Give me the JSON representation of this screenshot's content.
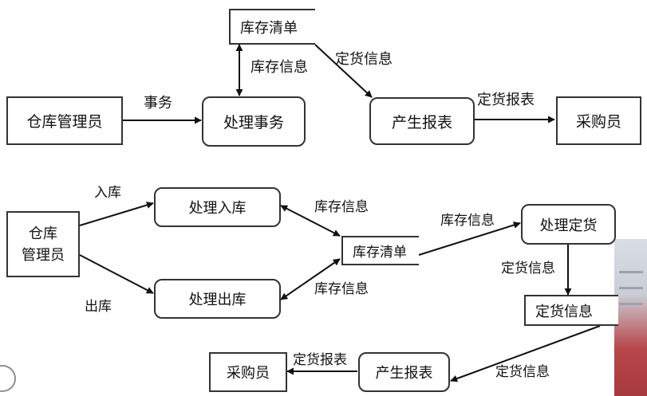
{
  "top": {
    "boxes": {
      "clerk": "仓库管理员",
      "process": "处理事务",
      "report": "产生报表",
      "buyer": "采购员"
    },
    "store": "库存清单",
    "labels": {
      "transaction": "事务",
      "stock_info": "库存信息",
      "order_info": "定货信息",
      "order_report": "定货报表"
    }
  },
  "bottom": {
    "boxes": {
      "clerk_line1": "仓库",
      "clerk_line2": "管理员",
      "in_process": "处理入库",
      "out_process": "处理出库",
      "order_process": "处理定货",
      "report": "产生报表",
      "buyer": "采购员"
    },
    "stores": {
      "stock_list": "库存清单",
      "order_info": "定货信息"
    },
    "labels": {
      "stock_in": "入库",
      "stock_out": "出库",
      "stock_info_in": "库存信息",
      "stock_info_out": "库存信息",
      "stock_info_order": "库存信息",
      "order_info_down": "定货信息",
      "order_info_report": "定货信息",
      "order_report": "定货报表"
    }
  }
}
